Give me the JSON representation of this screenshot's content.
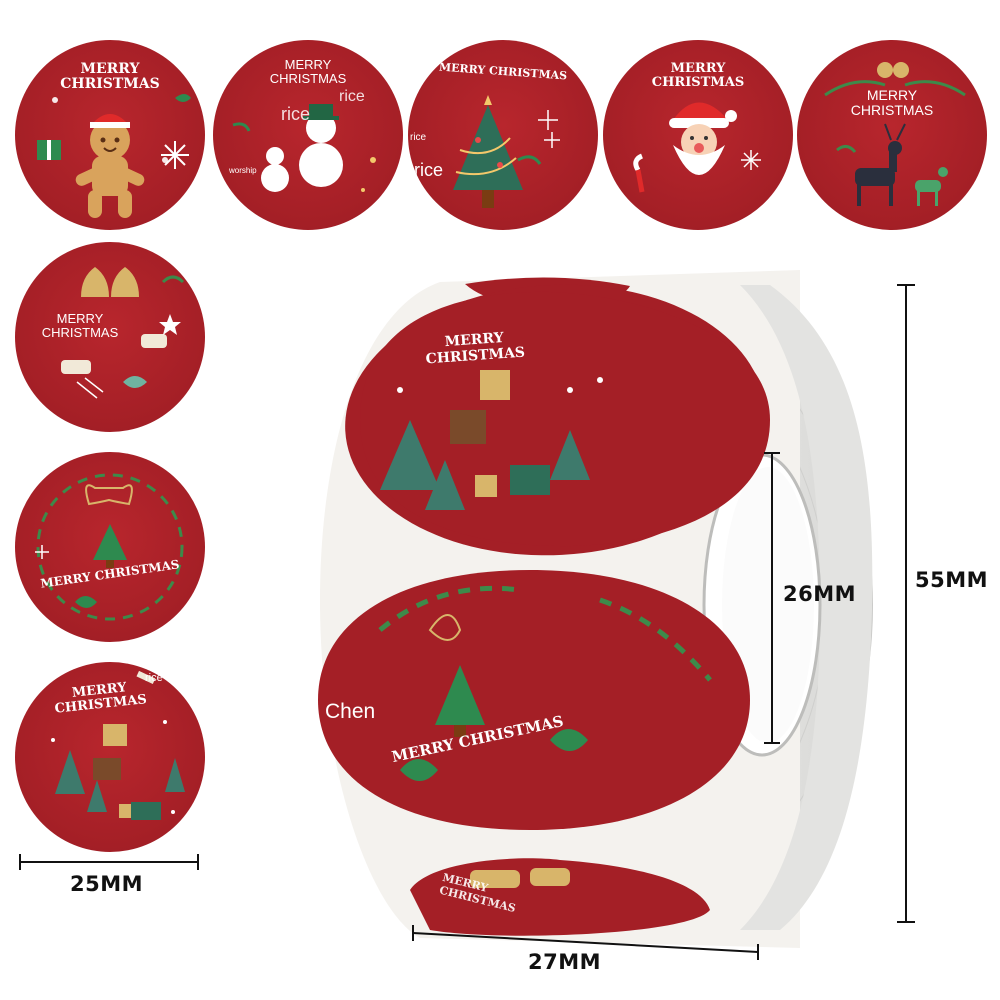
{
  "stickers_top": [
    {
      "text": "MERRY\nCHRISTMAS",
      "art": "gingerbread-man"
    },
    {
      "text": "MERRY\nCHRISTMAS",
      "art": "snowman",
      "watermarks": [
        "rice",
        "rice",
        "worship"
      ]
    },
    {
      "text": "MERRY CHRISTMAS",
      "art": "christmas-tree",
      "watermarks": [
        "rice",
        "rice"
      ]
    },
    {
      "text": "MERRY\nCHRISTMAS",
      "art": "santa-claus"
    },
    {
      "text": "MERRY\nCHRISTMAS",
      "art": "reindeer"
    }
  ],
  "stickers_left": [
    {
      "text": "MERRY\nCHRISTMAS",
      "art": "bells-and-sweets"
    },
    {
      "text": "MERRY CHRISTMAS",
      "art": "wreath-with-tree"
    },
    {
      "text": "MERRY\nCHRISTMAS",
      "art": "trees-and-gifts",
      "watermarks": [
        "rice"
      ]
    }
  ],
  "roll": {
    "sticker_top_text": "MERRY\nCHRISTMAS",
    "sticker_middle_text": "MERRY CHRISTMAS",
    "sticker_bottom_text": "MERRY\nCHRISTMAS",
    "watermark": "Chen"
  },
  "dimensions": {
    "sticker_width": "25MM",
    "roll_width": "27MM",
    "inner_diameter": "26MM",
    "outer_diameter": "55MM"
  },
  "colors": {
    "sticker_red": "#a41f26",
    "label_white": "#f4f2ee",
    "roll_side": "#e2e2e0",
    "accent_green": "#2e7d4f",
    "accent_gold": "#d8b56a"
  }
}
